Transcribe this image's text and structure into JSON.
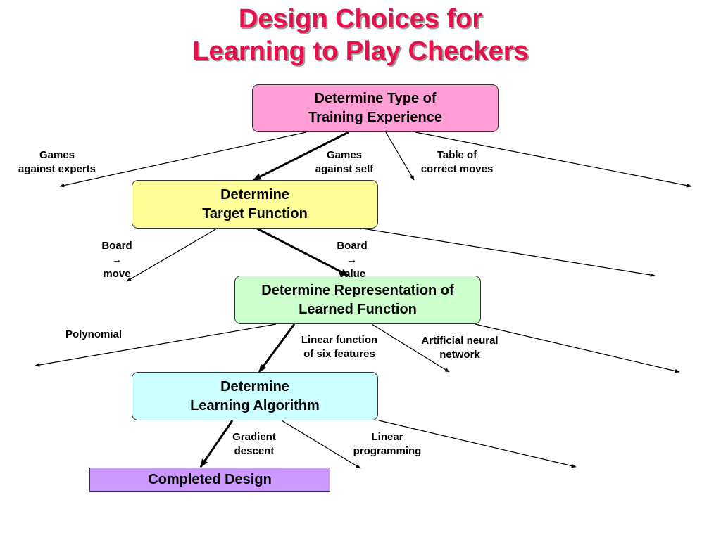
{
  "title": {
    "line1": "Design Choices for",
    "line2": "Learning to Play Checkers"
  },
  "boxes": {
    "training": {
      "line1": "Determine Type of",
      "line2": "Training Experience",
      "color": "#ff9fd6"
    },
    "target": {
      "line1": "Determine",
      "line2": "Target Function",
      "color": "#ffff99"
    },
    "representation": {
      "line1": "Determine Representation of",
      "line2": "Learned Function",
      "color": "#ccffcc"
    },
    "algorithm": {
      "line1": "Determine",
      "line2": "Learning Algorithm",
      "color": "#ccffff"
    },
    "completed": {
      "text": "Completed Design",
      "color": "#cc99ff"
    }
  },
  "labels": {
    "games_experts": {
      "line1": "Games",
      "line2": "against experts"
    },
    "games_self": {
      "line1": "Games",
      "line2": "against self"
    },
    "table_moves": {
      "line1": "Table of",
      "line2": "correct moves"
    },
    "board_move": {
      "left": "Board",
      "arrow": "→",
      "right": "move"
    },
    "board_value": {
      "left": "Board",
      "arrow": "→",
      "right": "value"
    },
    "polynomial": {
      "text": "Polynomial"
    },
    "linear_function": {
      "line1": "Linear function",
      "line2": "of six features"
    },
    "ann": {
      "line1": "Artificial neural",
      "line2": "network"
    },
    "gradient": {
      "line1": "Gradient",
      "line2": "descent"
    },
    "linear_prog": {
      "line1": "Linear",
      "line2": "programming"
    }
  }
}
